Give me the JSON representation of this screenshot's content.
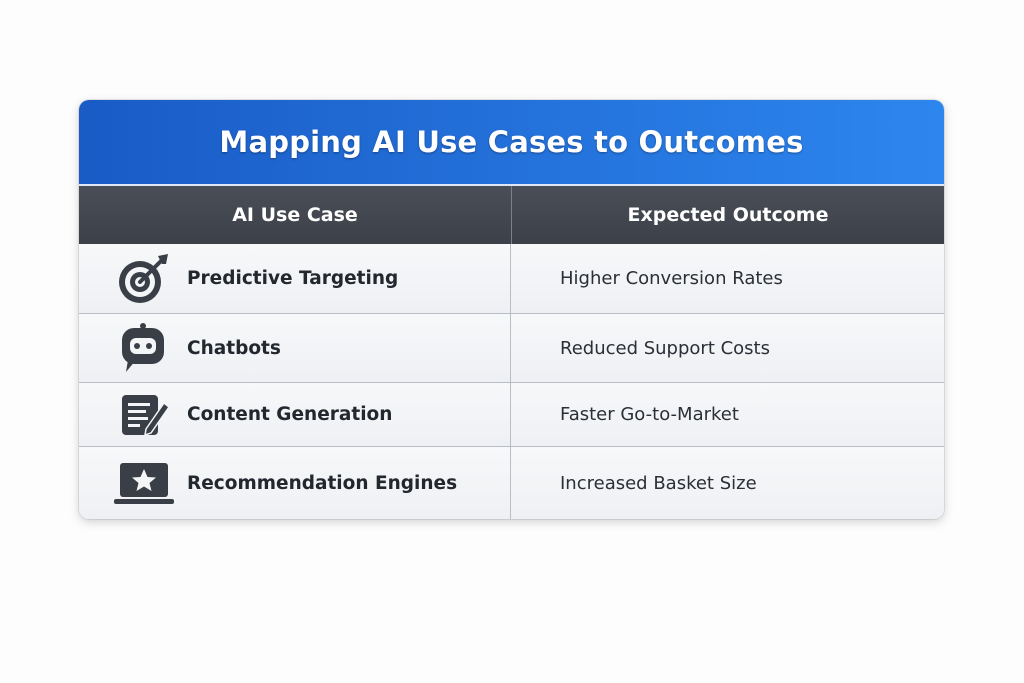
{
  "title": "Mapping AI Use Cases to Outcomes",
  "headers": {
    "use_case": "AI Use Case",
    "outcome": "Expected Outcome"
  },
  "rows": [
    {
      "use_case": "Predictive Targeting",
      "outcome": "Higher Conversion Rates",
      "icon": "target-icon"
    },
    {
      "use_case": "Chatbots",
      "outcome": "Reduced Support Costs",
      "icon": "chatbot-icon"
    },
    {
      "use_case": "Content Generation",
      "outcome": "Faster Go-to-Market",
      "icon": "document-pencil-icon"
    },
    {
      "use_case": "Recommendation Engines",
      "outcome": "Increased Basket Size",
      "icon": "laptop-star-icon"
    }
  ],
  "colors": {
    "title_bar_start": "#1a5bc6",
    "title_bar_end": "#2d86ee",
    "header_bg": "#44484f",
    "icon": "#3a3f47"
  }
}
